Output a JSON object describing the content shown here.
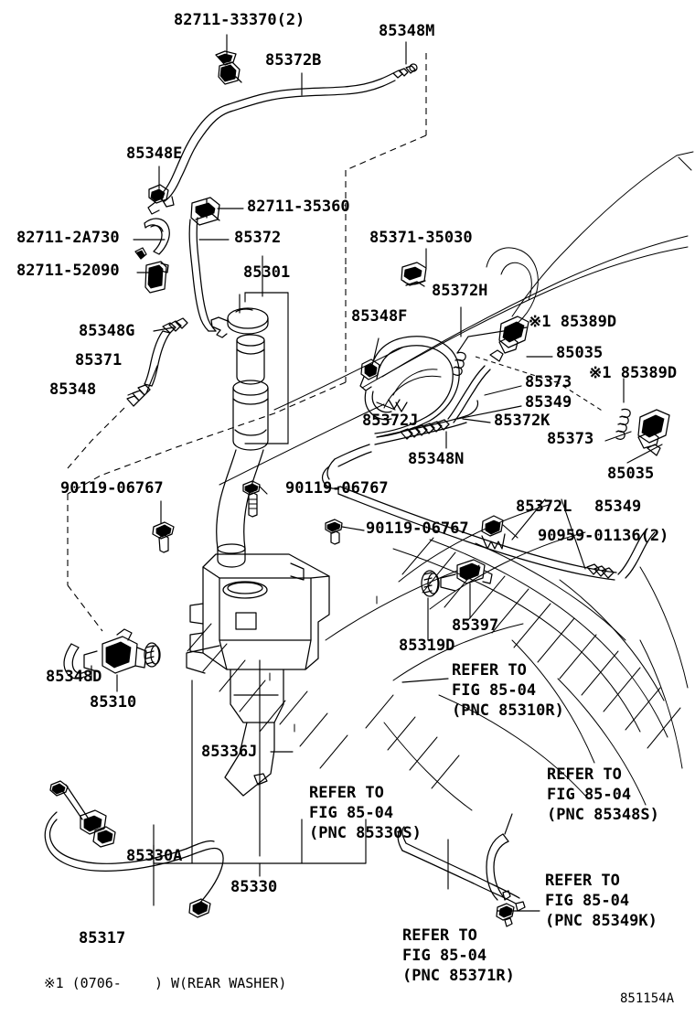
{
  "diagram": {
    "title": "Toyota washer system exploded parts diagram",
    "figure_id": "851154A",
    "footnote": "※1 (0706-    ) W(REAR WASHER)"
  },
  "labels": {
    "l_82711_33370": "82711-33370(2)",
    "l_85372B": "85372B",
    "l_85348M": "85348M",
    "l_85348E": "85348E",
    "l_82711_35360": "82711-35360",
    "l_82711_2A730": "82711-2A730",
    "l_85372": "85372",
    "l_85371_35030": "85371-35030",
    "l_82711_52090": "82711-52090",
    "l_85301": "85301",
    "l_85372H": "85372H",
    "l_85348F": "85348F",
    "l_85389D_1": "※1 85389D",
    "l_85035_1": "85035",
    "l_85348G": "85348G",
    "l_85373_1": "85373",
    "l_85389D_2": "※1 85389D",
    "l_85371": "85371",
    "l_85349_1": "85349",
    "l_85348": "85348",
    "l_85372J": "85372J",
    "l_85372K": "85372K",
    "l_85373_2": "85373",
    "l_85348N": "85348N",
    "l_85035_2": "85035",
    "l_90119_06767_a": "90119-06767",
    "l_90119_06767_b": "90119-06767",
    "l_85372L": "85372L",
    "l_85349_2": "85349",
    "l_90119_06767_c": "90119-06767",
    "l_90959_01136": "90959-01136(2)",
    "l_85397": "85397",
    "l_85319D": "85319D",
    "l_85348D": "85348D",
    "l_85310": "85310",
    "l_85336J": "85336J",
    "l_85330A": "85330A",
    "l_85330": "85330",
    "l_85317": "85317",
    "refer_85310R": "REFER TO\nFIG 85-04\n(PNC 85310R)",
    "refer_85330S": "REFER TO\nFIG 85-04\n(PNC 85330S)",
    "refer_85348S": "REFER TO\nFIG 85-04\n(PNC 85348S)",
    "refer_85349K": "REFER TO\nFIG 85-04\n(PNC 85349K)",
    "refer_85371R": "REFER TO\nFIG 85-04\n(PNC 85371R)"
  },
  "colors": {
    "ink": "#000000",
    "paper": "#ffffff"
  }
}
